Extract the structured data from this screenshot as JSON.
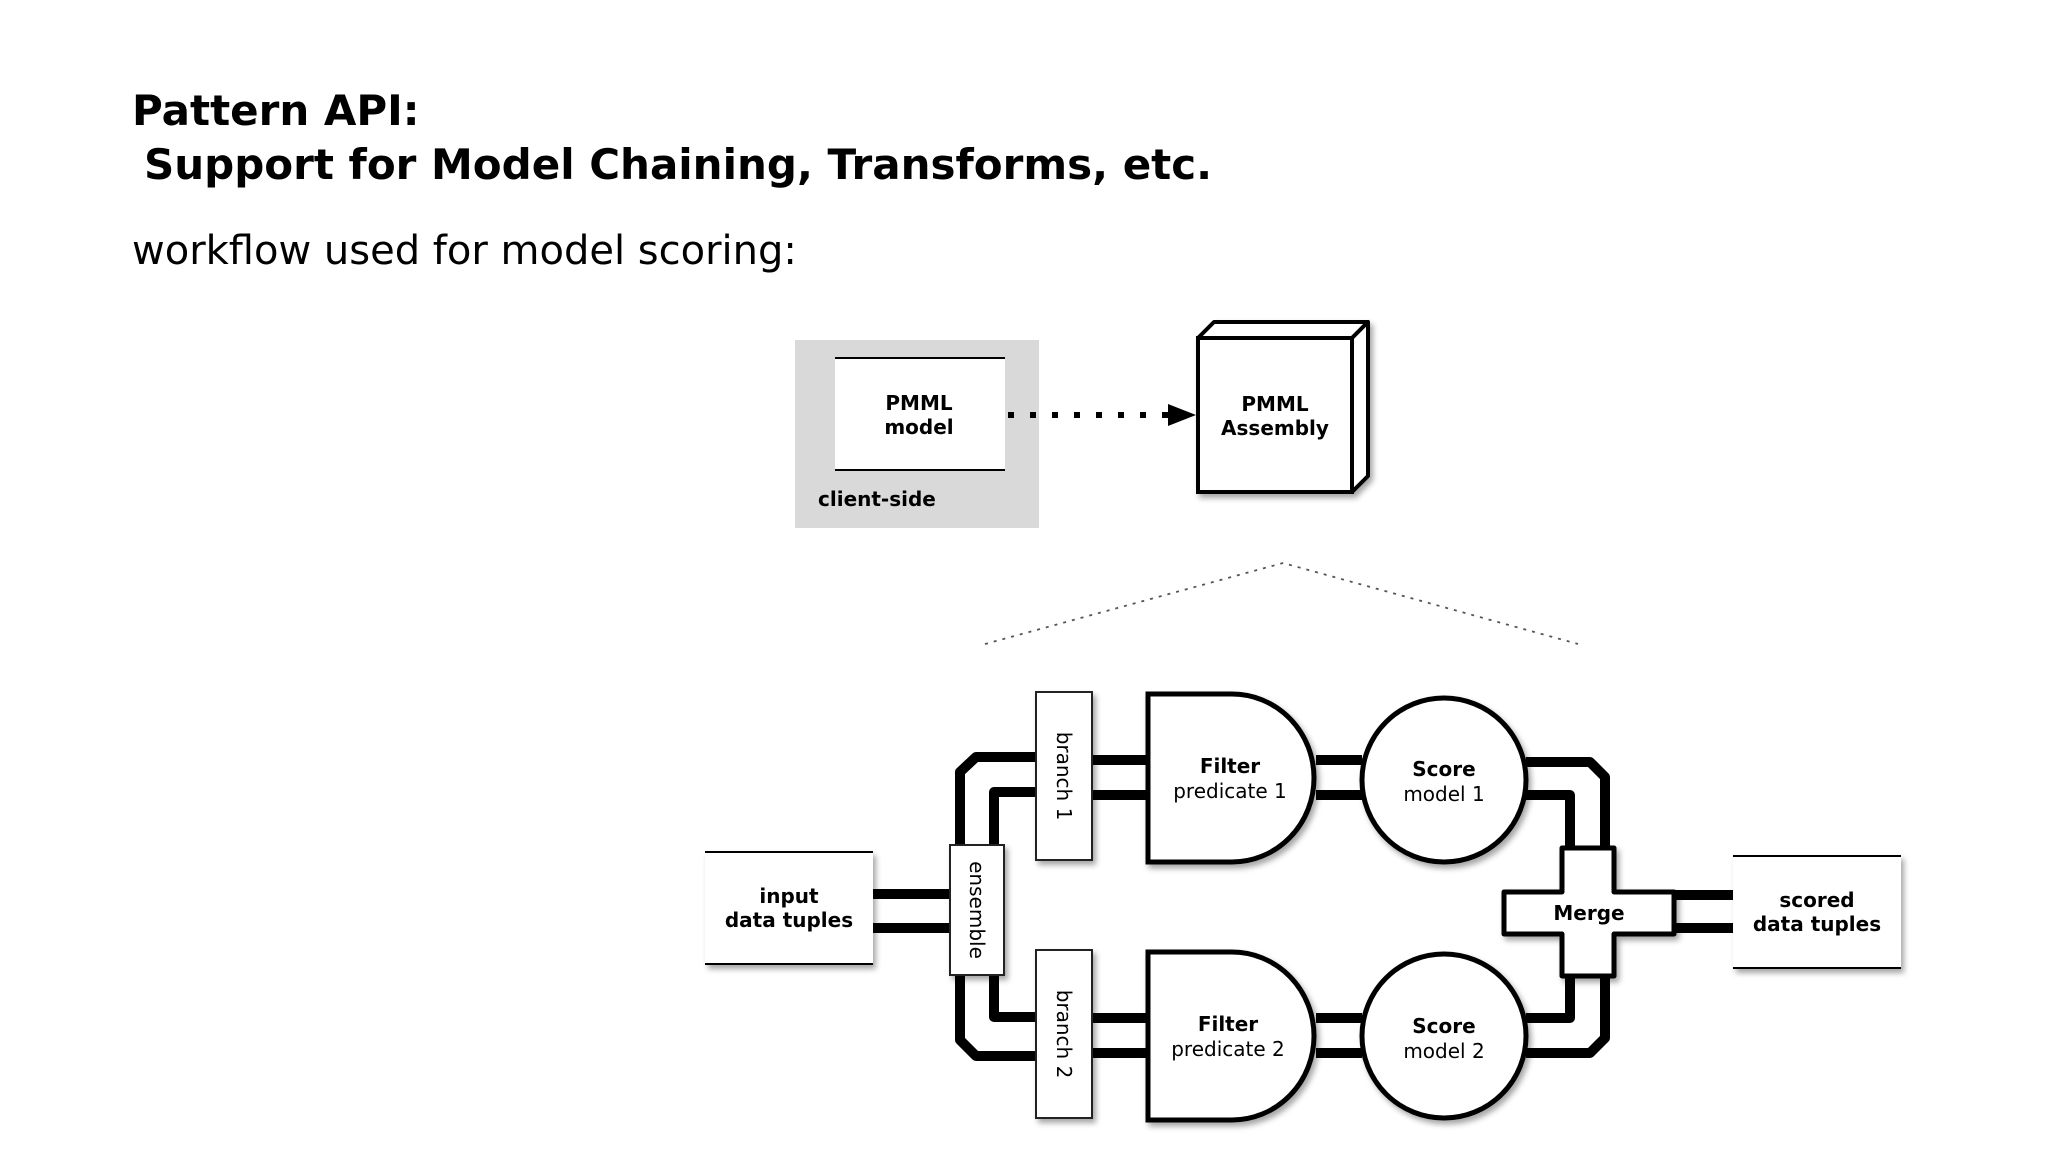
{
  "slide": {
    "title_line1": "Pattern API:",
    "title_line2": "Support for Model Chaining, Transforms, etc.",
    "subtitle": "workflow used for model scoring:"
  },
  "diagram": {
    "client_side": {
      "model_line1": "PMML",
      "model_line2": "model",
      "label": "client-side"
    },
    "assembly": {
      "line1": "PMML",
      "line2": "Assembly"
    },
    "input": {
      "line1": "input",
      "line2": "data tuples"
    },
    "ensemble": "ensemble",
    "branch1": "branch 1",
    "branch2": "branch 2",
    "filter1": {
      "line1": "Filter",
      "line2": "predicate 1"
    },
    "filter2": {
      "line1": "Filter",
      "line2": "predicate 2"
    },
    "score1": {
      "line1": "Score",
      "line2": "model 1"
    },
    "score2": {
      "line1": "Score",
      "line2": "model 2"
    },
    "merge": "Merge",
    "output": {
      "line1": "scored",
      "line2": "data tuples"
    }
  },
  "colors": {
    "client_panel": "#d9d9d9",
    "stroke": "#000000",
    "fill": "#ffffff"
  }
}
